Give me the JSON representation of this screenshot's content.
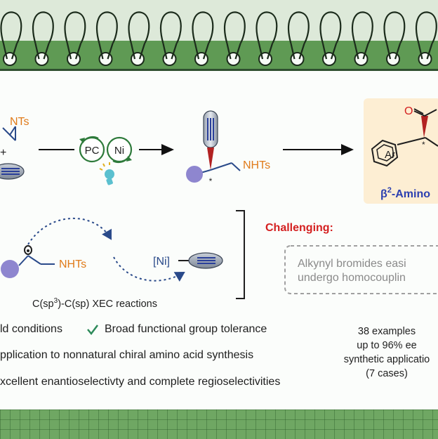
{
  "reactant": {
    "label": "NTs"
  },
  "plus": "+",
  "catalysts": {
    "pc": "PC",
    "ni": "Ni"
  },
  "product": {
    "group": "NHTs",
    "stereo": "*"
  },
  "target": {
    "aryl": "Ar",
    "stereo": "*",
    "oxygen": "O",
    "title_prefix": "β",
    "title_sup": "2",
    "title_rest": "-Amino"
  },
  "mechanism": {
    "left_group": "NHTs",
    "nickel": "[Ni]",
    "caption_pre": "C(sp",
    "caption_sup": "3",
    "caption_post": ")-C(sp) XEC reactions"
  },
  "challenging": {
    "title": "Challenging:",
    "line1": "Alkynyl bromides easi",
    "line2": "undergo homocouplin"
  },
  "features": {
    "check": "✔",
    "item1": "ld conditions",
    "item2": "Broad functional group tolerance",
    "item3": "pplication to nonnatural chiral amino acid synthesis",
    "item4": "xcellent enantioselectivty and complete regioselectivities"
  },
  "stats": {
    "line1": "38 examples",
    "line2": "up to 96% ee",
    "line3": "synthetic applicatio",
    "line4": "(7 cases)"
  },
  "colors": {
    "orange": "#e07b1a",
    "blue_chain": "#2a4a8a",
    "purple": "#8e86cf",
    "catalyst_green": "#2d7a3a",
    "red": "#d42020",
    "title_blue": "#2b3fb0",
    "target_bg": "#fdeed3"
  }
}
